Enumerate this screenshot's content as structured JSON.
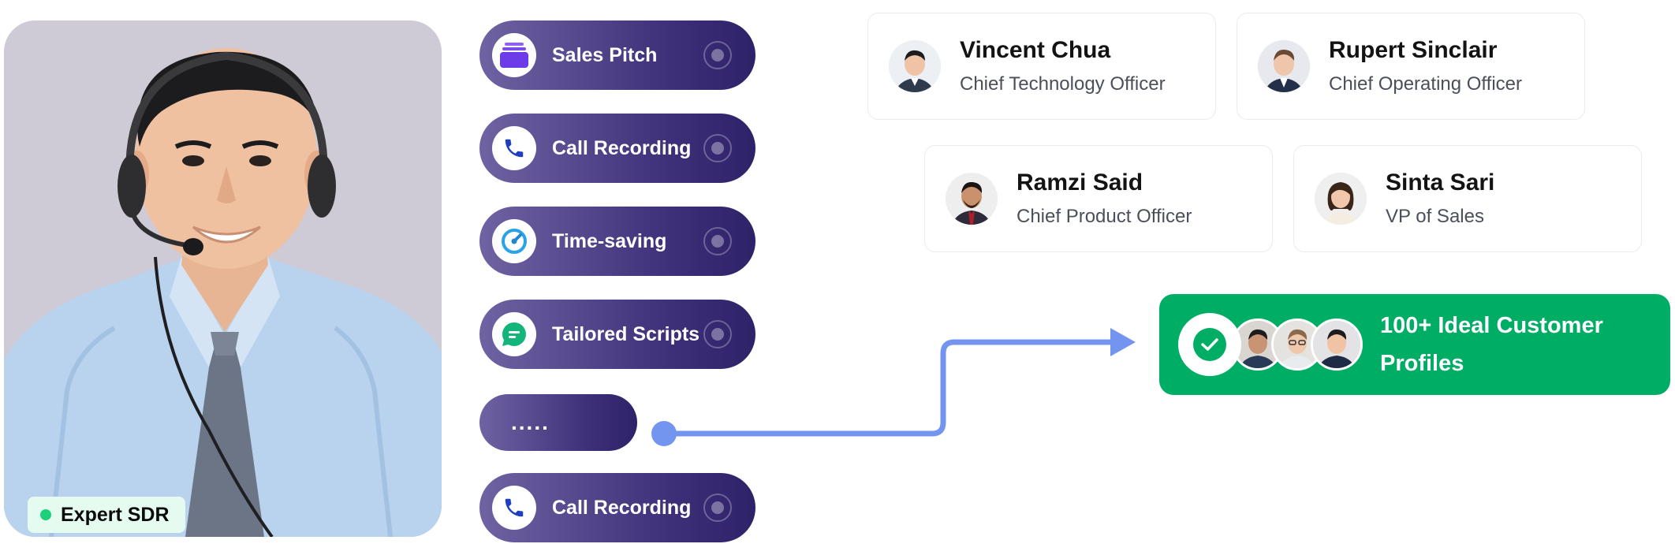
{
  "photo": {
    "badge_label": "Expert SDR"
  },
  "features": [
    {
      "label": "Sales Pitch",
      "icon": "cards-icon"
    },
    {
      "label": "Call Recording",
      "icon": "phone-icon"
    },
    {
      "label": "Time-saving",
      "icon": "gauge-icon"
    },
    {
      "label": "Tailored Scripts",
      "icon": "chat-icon"
    },
    {
      "label": "....."
    },
    {
      "label": "Call Recording",
      "icon": "phone-icon"
    }
  ],
  "profiles": [
    {
      "name": "Vincent Chua",
      "role": "Chief Technology Officer"
    },
    {
      "name": "Rupert Sinclair",
      "role": "Chief Operating Officer"
    },
    {
      "name": "Ramzi Said",
      "role": "Chief Product Officer"
    },
    {
      "name": "Sinta Sari",
      "role": "VP of Sales"
    }
  ],
  "result": {
    "label": "100+ Ideal Customer Profiles",
    "icon": "check-icon"
  },
  "colors": {
    "pill_gradient_start": "#6f63a3",
    "pill_gradient_end": "#2e2269",
    "connector": "#7395f0",
    "result_green": "#00ad65",
    "badge_dot": "#1fd07a"
  }
}
